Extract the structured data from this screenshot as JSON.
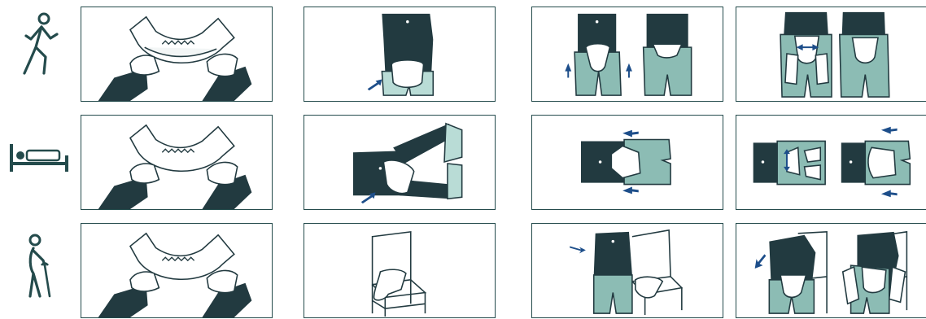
{
  "rows": [
    {
      "id": "walking",
      "icon": "person-walking-icon"
    },
    {
      "id": "lying",
      "icon": "person-in-bed-icon"
    },
    {
      "id": "cane",
      "icon": "person-with-cane-icon"
    }
  ],
  "colors": {
    "frame": "#244b4c",
    "dark": "#223a40",
    "garment": "#8cbcb4",
    "garment_light": "#b9dcd6",
    "arrow": "#1d4e8a",
    "background": "#ffffff"
  }
}
